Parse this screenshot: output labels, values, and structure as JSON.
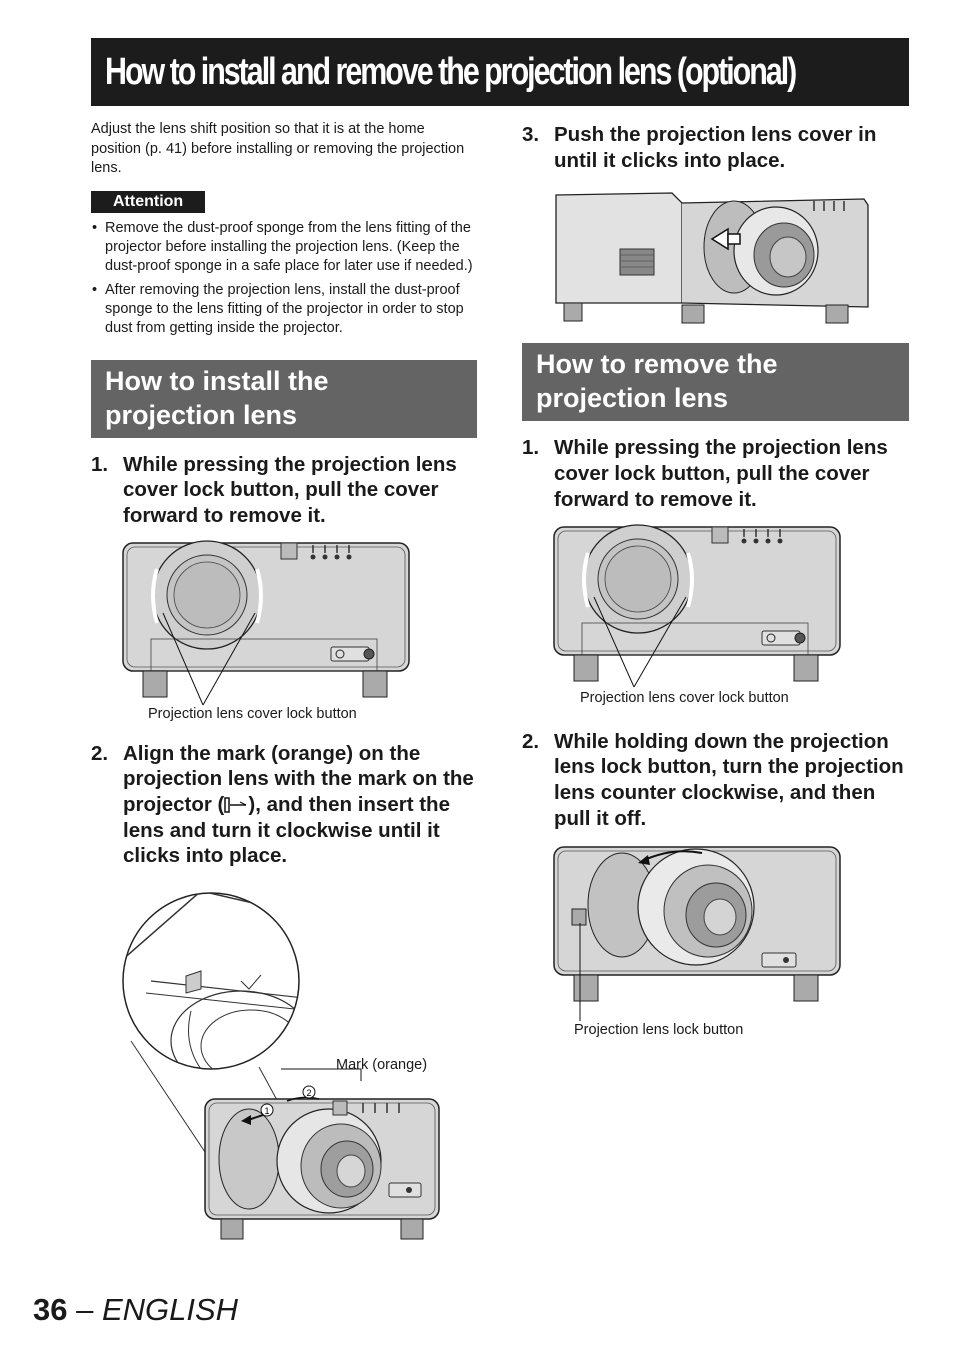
{
  "title": "How to install and remove the projection lens (optional)",
  "intro": "Adjust the lens shift position so that it is at the home position (p. 41) before installing or removing the projection lens.",
  "attention": {
    "label": "Attention",
    "bullets": [
      "Remove the dust-proof sponge from the lens fitting of the projector before installing the projection lens. (Keep the dust-proof sponge in a safe place for later use if needed.)",
      "After removing the projection lens, install the dust-proof sponge to the lens fitting of the projector in order to stop dust from getting inside the projector."
    ]
  },
  "install": {
    "heading": "How to install the projection lens",
    "step1": {
      "num": "1.",
      "text": "While pressing the projection lens cover lock button, pull the cover forward to remove it."
    },
    "caption1": "Projection lens cover lock button",
    "step2": {
      "num": "2.",
      "text_a": "Align the mark (orange) on the projection lens with the mark on the projector (",
      "text_b": "), and then insert the lens and turn it clockwise until it clicks into place."
    },
    "caption_mark": "Mark (orange)",
    "marker1": "1",
    "marker2": "2",
    "step3": {
      "num": "3.",
      "text": "Push the projection lens cover in until it clicks into place."
    }
  },
  "remove": {
    "heading": "How to remove the projection lens",
    "step1": {
      "num": "1.",
      "text": "While pressing the projection lens cover lock button, pull the cover forward to remove it."
    },
    "caption1": "Projection lens cover lock button",
    "step2": {
      "num": "2.",
      "text": "While holding down the projection lens lock button, turn the projection lens counter clockwise, and then pull it off."
    },
    "caption2": "Projection lens lock button"
  },
  "footer": {
    "page_number": "36",
    "separator": " – ",
    "language": "ENGLISH"
  }
}
